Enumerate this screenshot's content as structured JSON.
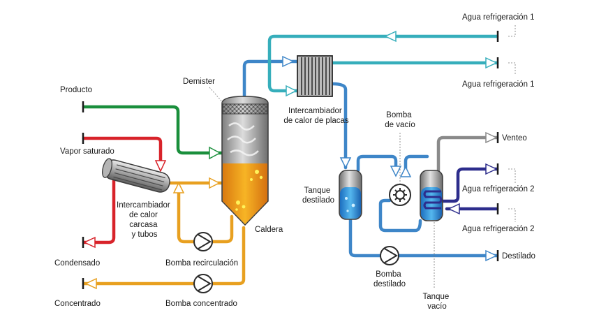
{
  "colors": {
    "green": "#1a8f3c",
    "red": "#d8232a",
    "orange": "#e8a020",
    "blue": "#3e86c8",
    "teal": "#36aebb",
    "gray": "#8a8a8a",
    "navy": "#2d2d8c"
  },
  "labels": {
    "producto": "Producto",
    "vapor_saturado": "Vapor saturado",
    "condensado": "Condensado",
    "concentrado": "Concentrado",
    "demister": "Demister",
    "caldera": "Caldera",
    "intercambiador_carcasa": [
      "Intercambiador",
      "de calor",
      "carcasa",
      "y tubos"
    ],
    "bomba_recirculacion": "Bomba recirculación",
    "bomba_concentrado": "Bomba concentrado",
    "intercambiador_placas": [
      "Intercambiador",
      "de calor de placas"
    ],
    "agua_refrigeracion_1_top": "Agua refrigeración 1",
    "agua_refrigeracion_1_bottom": "Agua refrigeración 1",
    "bomba_vacio": [
      "Bomba",
      "de vacío"
    ],
    "tanque_destilado": [
      "Tanque",
      "destilado"
    ],
    "venteo": "Venteo",
    "agua_refrigeracion_2_top": "Agua refrigeración 2",
    "agua_refrigeracion_2_bottom": "Agua refrigeración 2",
    "destilado": "Destilado",
    "bomba_destilado": [
      "Bomba",
      "destilado"
    ],
    "tanque_vacio": [
      "Tanque",
      "vacío"
    ]
  }
}
